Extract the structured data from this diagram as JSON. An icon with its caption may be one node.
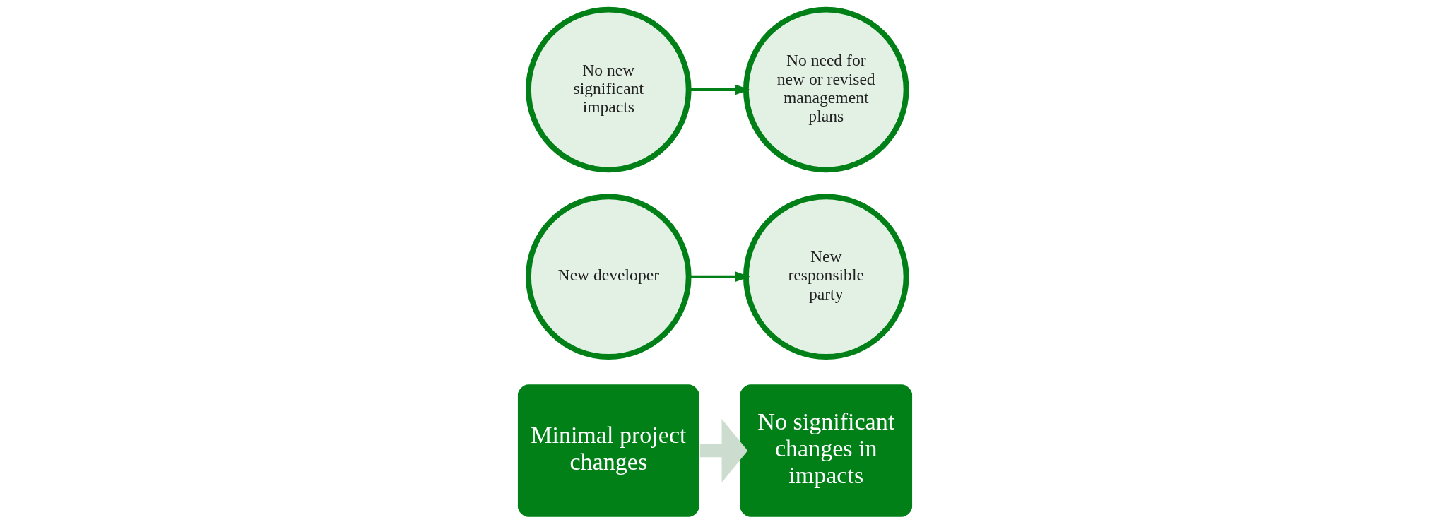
{
  "diagram": {
    "nodes": [
      {
        "text": [
          "Minimal project changes"
        ]
      },
      {
        "text": [
          "No significant changes in impacts"
        ]
      },
      {
        "text": [
          "New developer"
        ]
      },
      {
        "text": [
          "New responsible party"
        ]
      },
      {
        "text": [
          "No new significant impacts"
        ]
      },
      {
        "text": [
          "No need for new or revised management plans"
        ]
      }
    ],
    "edges": [
      {
        "from": 0,
        "to": 1,
        "arrow": "to",
        "style": "thick",
        "color": "#ccdccf"
      },
      {
        "from": 2,
        "to": 3,
        "arrow": "to"
      },
      {
        "from": 4,
        "to": 5,
        "arrow": "to"
      }
    ]
  }
}
